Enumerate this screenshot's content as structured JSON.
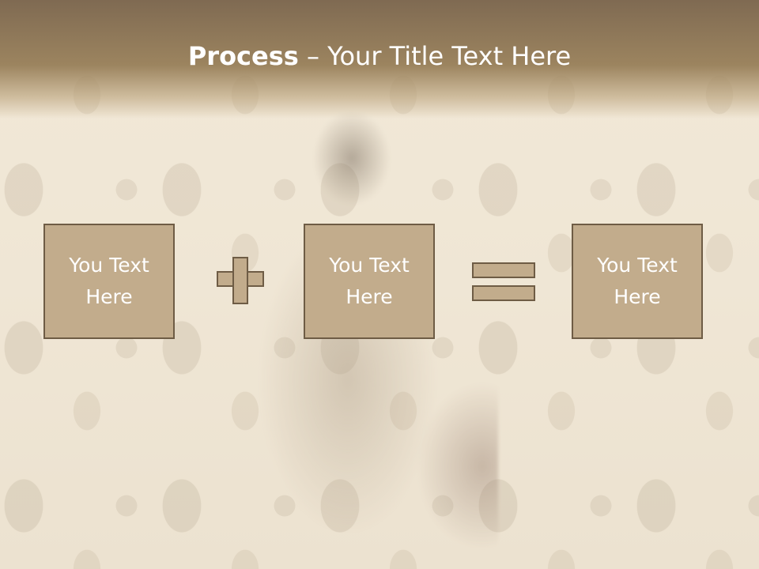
{
  "title": {
    "bold": "Process",
    "rest": " – Your Title Text Here"
  },
  "boxes": [
    {
      "label_line1": "You Text",
      "label_line2": "Here"
    },
    {
      "label_line1": "You Text",
      "label_line2": "Here"
    },
    {
      "label_line1": "You Text",
      "label_line2": "Here"
    }
  ],
  "operators": {
    "first": "plus-icon",
    "second": "equals-icon"
  },
  "colors": {
    "box_fill": "#c2ac8c",
    "box_border": "#6e5c45",
    "title_bar": "#8c7558",
    "text": "#ffffff"
  }
}
